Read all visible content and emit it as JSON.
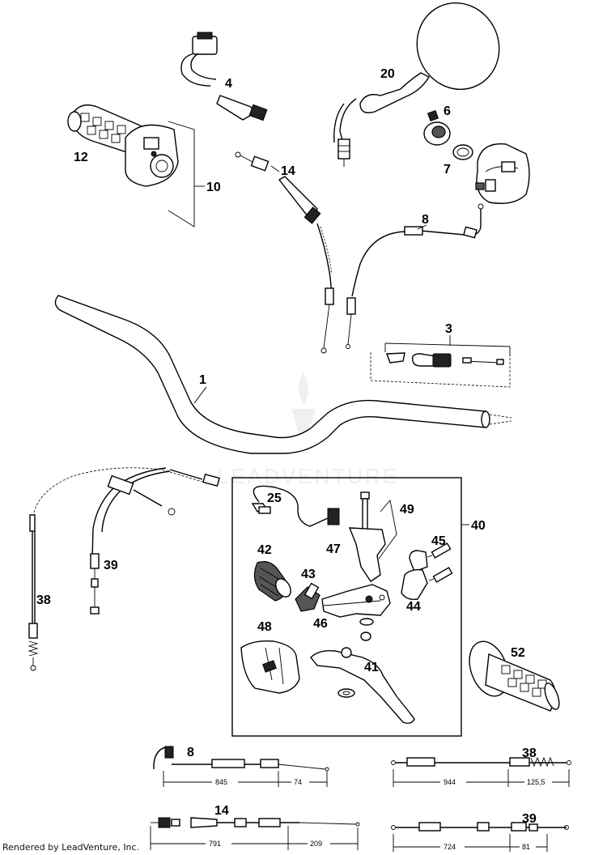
{
  "callouts": {
    "c1": "1",
    "c3": "3",
    "c4": "4",
    "c6": "6",
    "c7": "7",
    "c8": "8",
    "c10": "10",
    "c12": "12",
    "c14": "14",
    "c20": "20",
    "c25": "25",
    "c38": "38",
    "c39": "39",
    "c40": "40",
    "c41": "41",
    "c42": "42",
    "c43": "43",
    "c44": "44",
    "c45": "45",
    "c46": "46",
    "c47": "47",
    "c48": "48",
    "c49": "49",
    "c52": "52"
  },
  "cable_specs": {
    "cable8": {
      "label": "8",
      "dim_a": "845",
      "dim_b": "74"
    },
    "cable38": {
      "label": "38",
      "dim_a": "944",
      "dim_b": "125,5"
    },
    "cable14": {
      "label": "14",
      "dim_a": "791",
      "dim_b": "209"
    },
    "cable39": {
      "label": "39",
      "dim_a": "724",
      "dim_b": "81"
    }
  },
  "footer": {
    "credit": "Rendered by LeadVenture, Inc."
  },
  "watermark": {
    "text": "LEADVENTURE"
  }
}
